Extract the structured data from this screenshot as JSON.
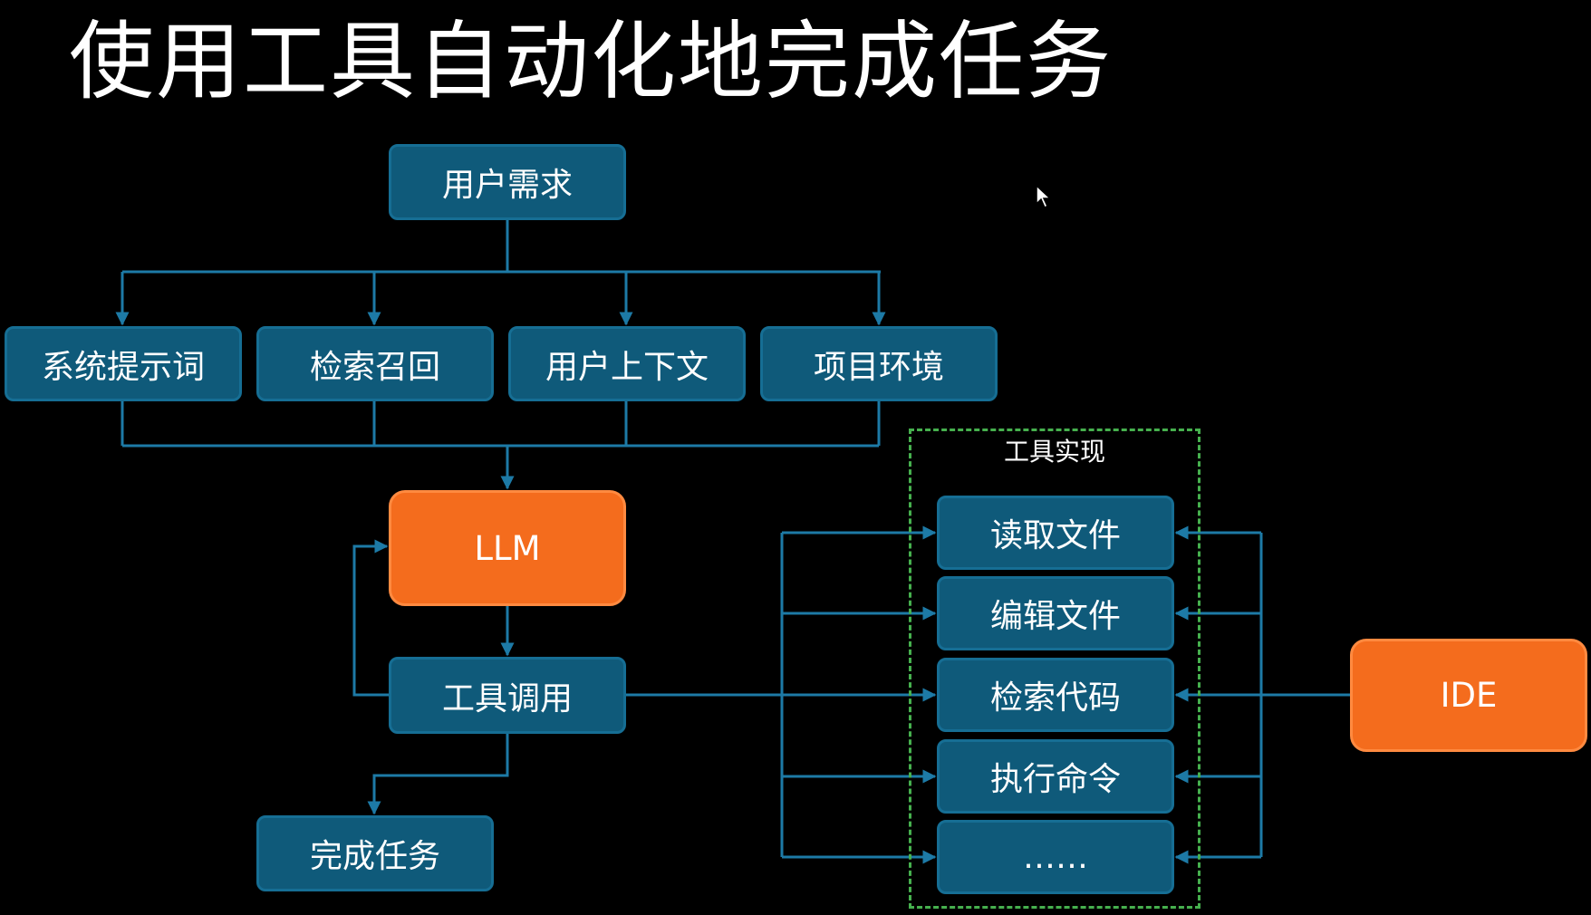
{
  "title": "使用工具自动化地完成任务",
  "nodes": {
    "user_request": "用户需求",
    "system_prompt": "系统提示词",
    "retrieval_recall": "检索召回",
    "user_context": "用户上下文",
    "project_env": "项目环境",
    "llm": "LLM",
    "tool_call": "工具调用",
    "complete_task": "完成任务",
    "ide": "IDE"
  },
  "tool_group": {
    "label": "工具实现",
    "items": [
      "读取文件",
      "编辑文件",
      "检索代码",
      "执行命令",
      "……"
    ]
  },
  "colors": {
    "background": "#000000",
    "box_fill": "#0f5a7a",
    "box_border": "#166e94",
    "accent_orange": "#f46c1d",
    "connector": "#1d7aa6",
    "group_border": "#46b04e"
  }
}
